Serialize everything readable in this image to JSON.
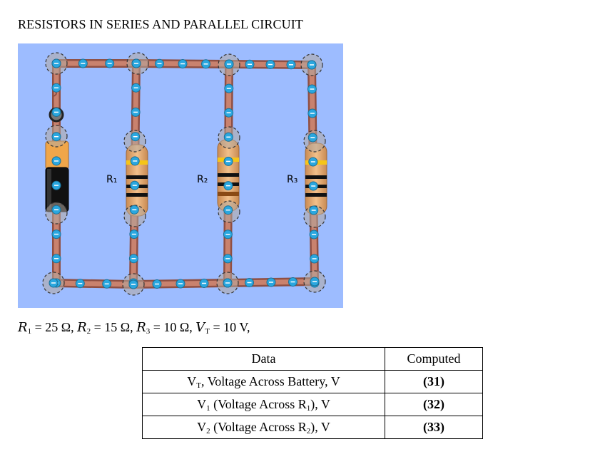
{
  "title": "RESISTORS IN SERIES AND PARALLEL CIRCUIT",
  "circuit": {
    "resistor_labels": [
      "R₁",
      "R₂",
      "R₃"
    ],
    "colors": {
      "background": "#9dbcff",
      "wire": "#c9826e",
      "wire_edge": "#8f4f43",
      "electron": "#2aa7df",
      "battery_top": "#f0a64a",
      "battery_bottom": "#111111",
      "resistor_body": "#e8a86b"
    }
  },
  "given": {
    "r1_symbol": "R",
    "r1_sub": "1",
    "r1_value": " = 25 Ω, ",
    "r2_symbol": "R",
    "r2_sub": "2",
    "r2_value": " = 15 Ω, ",
    "r3_symbol": "R",
    "r3_sub": "3",
    "r3_value": " = 10 Ω, ",
    "vt_symbol": "V",
    "vt_sub": "T",
    "vt_value": " = 10 V,"
  },
  "table": {
    "headers": [
      "Data",
      "Computed"
    ],
    "rows": [
      {
        "label_a": "V",
        "label_sub": "T",
        "label_b": ", Voltage Across Battery, V",
        "value": "(31)"
      },
      {
        "label_a": "V",
        "label_sub": "1",
        "label_b": " (Voltage Across R",
        "label_sub2": "1",
        "label_c": "), V",
        "value": "(32)"
      },
      {
        "label_a": "V",
        "label_sub": "2",
        "label_b": " (Voltage Across R",
        "label_sub2": "2",
        "label_c": "), V",
        "value": "(33)"
      }
    ]
  }
}
